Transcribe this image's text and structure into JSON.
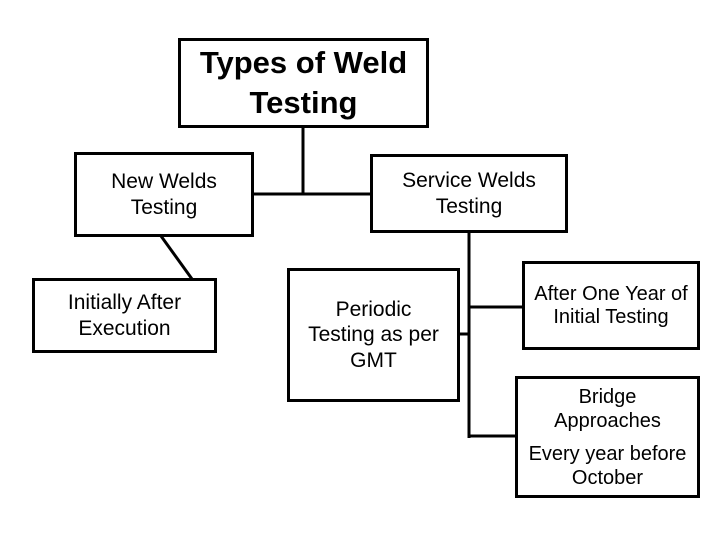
{
  "diagram": {
    "title": "Types of Weld Testing",
    "colors": {
      "background": "#ffffff",
      "box_fill": "#ffffff",
      "box_border": "#000000",
      "text": "#000000",
      "connector": "#000000"
    },
    "nodes": [
      {
        "id": "types-of-weld-testing",
        "label": "Types of Weld\nTesting"
      },
      {
        "id": "new-welds-testing",
        "label": "New Welds\nTesting"
      },
      {
        "id": "service-welds-testing",
        "label": "Service Welds\nTesting"
      },
      {
        "id": "initially-after-execution",
        "label": "Initially After\nExecution"
      },
      {
        "id": "periodic-testing-gmt",
        "label": "Periodic\nTesting as per\nGMT"
      },
      {
        "id": "after-one-year",
        "label": "After One Year of\nInitial Testing"
      },
      {
        "id": "bridge-approaches",
        "label": "Bridge\nApproaches",
        "sublabel": "Every year before\nOctober"
      }
    ],
    "edges": [
      {
        "from": "Types of Weld Testing",
        "to": "New Welds Testing"
      },
      {
        "from": "Types of Weld Testing",
        "to": "Service Welds Testing"
      },
      {
        "from": "New Welds Testing",
        "to": "Initially After Execution"
      },
      {
        "from": "Service Welds Testing",
        "to": "Periodic Testing as per GMT"
      },
      {
        "from": "Service Welds Testing",
        "to": "After One Year of Initial Testing"
      },
      {
        "from": "Service Welds Testing",
        "to": "Bridge Approaches"
      }
    ]
  }
}
